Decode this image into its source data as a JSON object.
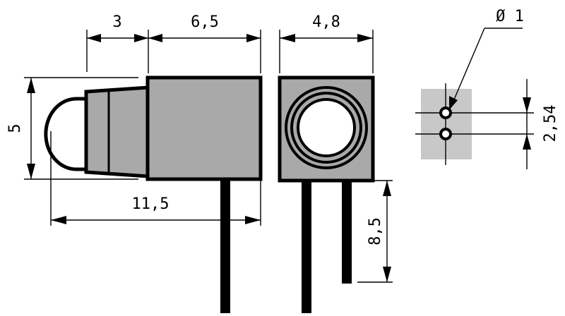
{
  "dimensions": {
    "side_width_front": "3",
    "side_width_body": "6,5",
    "front_width": "4,8",
    "height": "5",
    "overall_length": "11,5",
    "pin_length": "8,5",
    "hole_diameter": "Ø 1",
    "pin_pitch": "2,54"
  },
  "colors": {
    "body_fill": "#a9a9a9",
    "footprint_fill": "#c8c8c8",
    "outline": "#000000"
  }
}
